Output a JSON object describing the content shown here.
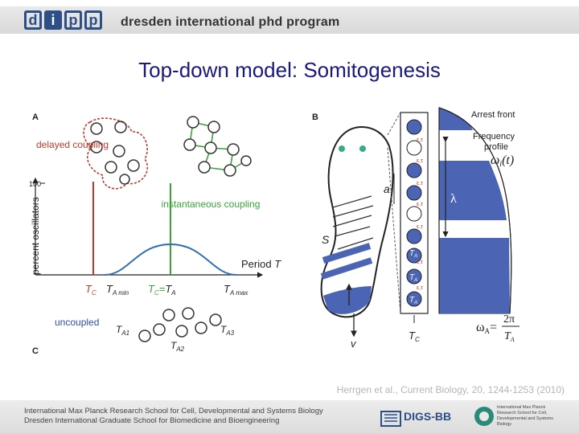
{
  "header": {
    "logo_letters": [
      "d",
      "i",
      "p",
      "p"
    ],
    "program_name": "dresden international phd program"
  },
  "slide": {
    "title": "Top-down model: Somitogenesis"
  },
  "figure": {
    "panel_a": {
      "label": "A",
      "delayed": "delayed coupling",
      "instantaneous": "instantaneous coupling",
      "ylabel": "percent oscillators",
      "y100": "100",
      "period": "Period",
      "period_symbol": "T",
      "tc": "T",
      "tc_sub": "C",
      "tamin": "T",
      "tamin_sub": "A min",
      "tcta_left": "T",
      "tcta_left_sub": "C",
      "tcta_eq": "=",
      "tcta_right": "T",
      "tcta_right_sub": "A",
      "tamax": "T",
      "tamax_sub": "A max"
    },
    "panel_c": {
      "label": "C",
      "uncoupled": "uncoupled",
      "ta1": "T",
      "ta1_sub": "A1",
      "ta2": "T",
      "ta2_sub": "A2",
      "ta3": "T",
      "ta3_sub": "A3"
    },
    "panel_b": {
      "label": "B",
      "arrest_front": "Arrest front",
      "frequency_profile_1": "Frequency",
      "frequency_profile_2": "profile",
      "omega": "ω",
      "omega_sub": "i",
      "omega_arg": "(t)",
      "lambda": "λ",
      "a": "a",
      "s": "S",
      "v": "v",
      "tc": "T",
      "tc_sub": "C",
      "eps_tau": "ε,τ",
      "ta": "T",
      "ta_sub": "A",
      "omegaA": "ω",
      "omegaA_sub": "A",
      "omegaA_eq": "=",
      "two_pi": "2π",
      "t_a": "T",
      "t_a_sub": "A"
    },
    "colors": {
      "blue": "#4b64b3",
      "red": "#c0392b",
      "green": "#3aa33a",
      "curve": "#2f6fb3"
    }
  },
  "citation": "Herrgen et al., Current Biology, 20, 1244-1253 (2010)",
  "footer": {
    "line1": "International Max Planck Research School for Cell, Developmental and Systems Biology",
    "line2": "Dresden International Graduate School for Biomedicine and Bioengineering",
    "digs_label": "DIGS-BB",
    "mpi_text": "International Max Planck Research School for Cell, Developmental and Systems Biology"
  }
}
